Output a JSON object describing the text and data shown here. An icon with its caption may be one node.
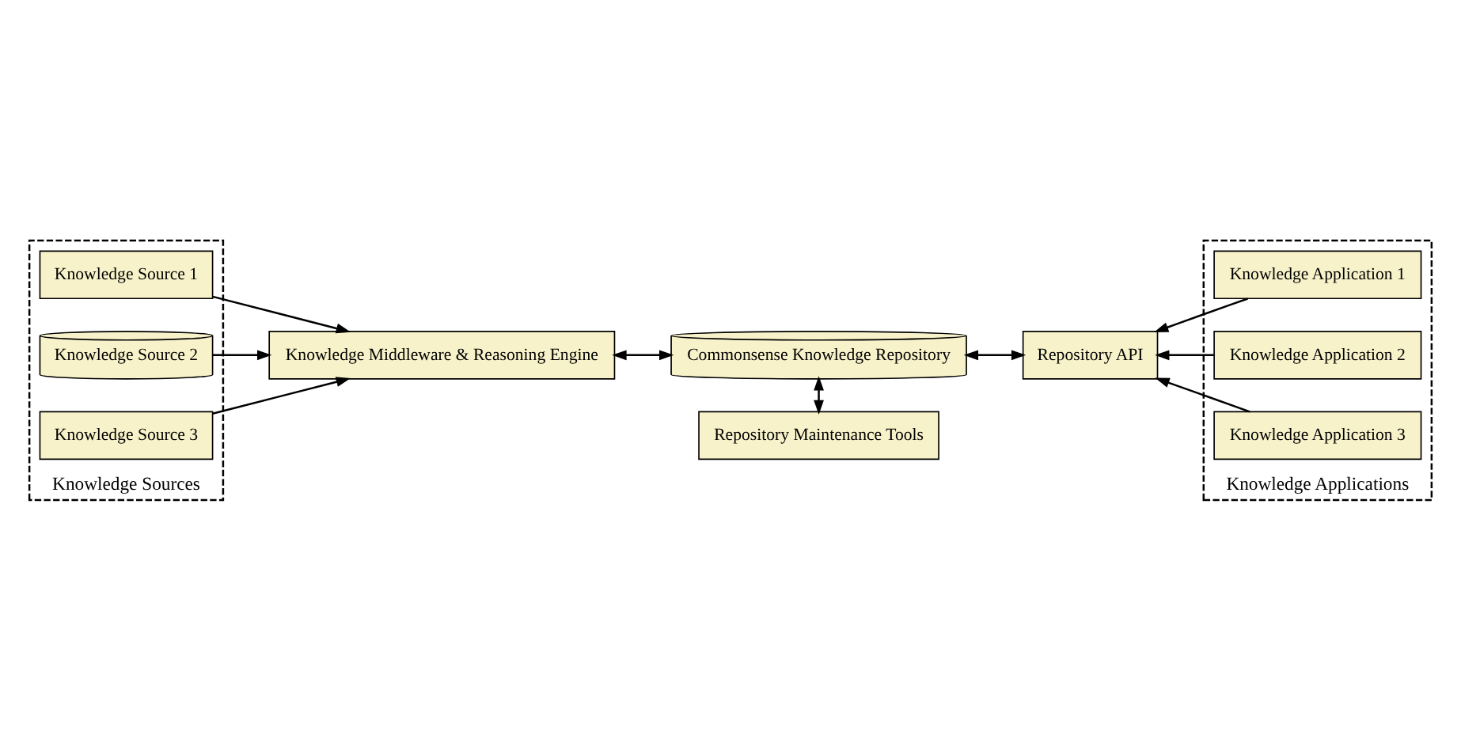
{
  "diagram": {
    "nodes": [
      {
        "text": [
          "Knowledge Sources"
        ]
      },
      {
        "text": [
          "Knowledge Source 1"
        ],
        "in": 0
      },
      {
        "text": [
          "Knowledge Source 2"
        ],
        "in": 0
      },
      {
        "text": [
          "Knowledge Source 3"
        ],
        "in": 0
      },
      {
        "text": [
          "Knowledge Middleware & Reasoning Engine"
        ]
      },
      {
        "text": [
          "Commonsense Knowledge Repository"
        ]
      },
      {
        "text": [
          "Repository Maintenance Tools"
        ]
      },
      {
        "text": [
          "Repository API"
        ]
      },
      {
        "text": [
          "Knowledge Applications"
        ]
      },
      {
        "text": [
          "Knowledge Application 1"
        ],
        "in": 8
      },
      {
        "text": [
          "Knowledge Application 2"
        ],
        "in": 8
      },
      {
        "text": [
          "Knowledge Application 3"
        ],
        "in": 8
      }
    ],
    "edges": [
      {
        "from": 1,
        "to": 4,
        "arrow": "to"
      },
      {
        "from": 2,
        "to": 4,
        "arrow": "to"
      },
      {
        "from": 3,
        "to": 4,
        "arrow": "to"
      },
      {
        "from": 4,
        "to": 5,
        "arrow": "both"
      },
      {
        "from": 5,
        "to": 7,
        "arrow": "both"
      },
      {
        "from": 5,
        "to": 6,
        "arrow": "both"
      },
      {
        "from": 9,
        "to": 7,
        "arrow": "to"
      },
      {
        "from": 10,
        "to": 7,
        "arrow": "to"
      },
      {
        "from": 11,
        "to": 7,
        "arrow": "to"
      }
    ]
  }
}
